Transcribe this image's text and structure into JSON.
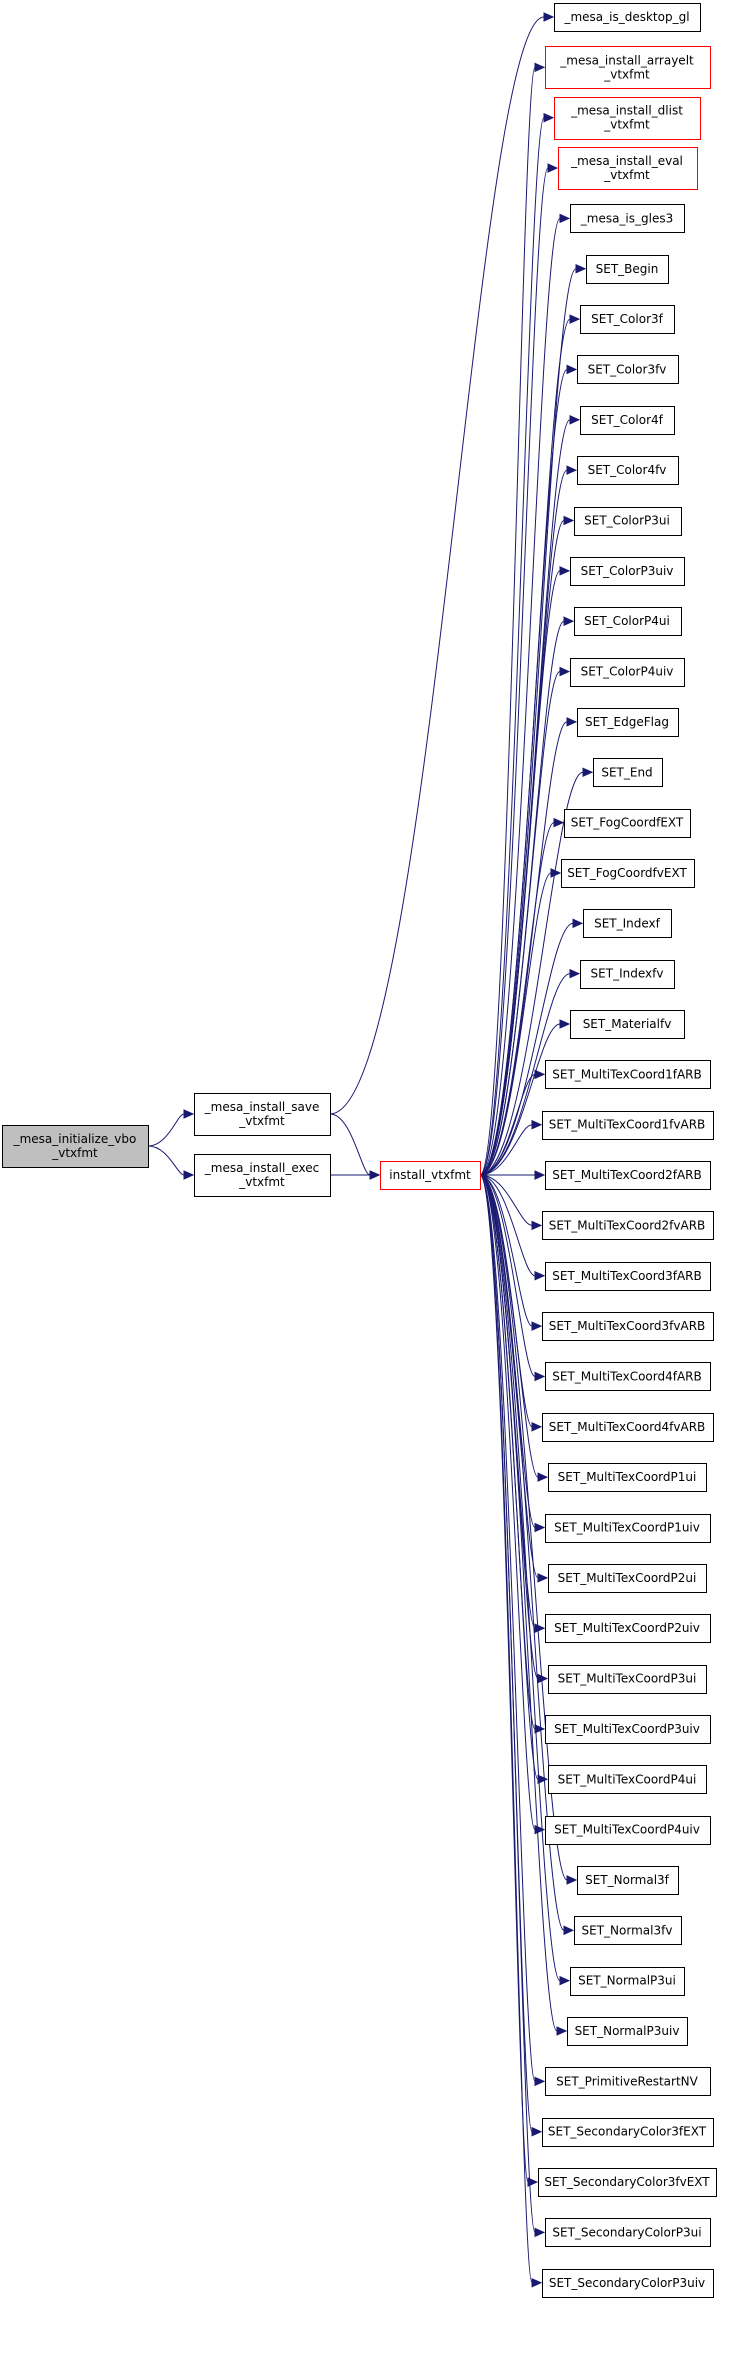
{
  "colors": {
    "edge": "#191970",
    "node_border": "#000000",
    "node_border_undocumented": "#ff0000",
    "root_fill": "#bfbfbf"
  },
  "root": {
    "id": "root",
    "lines": [
      "_mesa_initialize_vbo",
      "_vtxfmt"
    ]
  },
  "level1": [
    {
      "id": "save",
      "lines": [
        "_mesa_install_save",
        "_vtxfmt"
      ]
    },
    {
      "id": "exec",
      "lines": [
        "_mesa_install_exec",
        "_vtxfmt"
      ]
    }
  ],
  "hub": {
    "id": "install",
    "lines": [
      "install_vtxfmt"
    ],
    "red": true
  },
  "direct_targets": [
    {
      "id": "is_desktop_gl",
      "lines": [
        "_mesa_is_desktop_gl"
      ]
    }
  ],
  "targets": [
    {
      "id": "arrayelt",
      "lines": [
        "_mesa_install_arrayelt",
        "_vtxfmt"
      ],
      "red": true
    },
    {
      "id": "dlist",
      "lines": [
        "_mesa_install_dlist",
        "_vtxfmt"
      ],
      "red": true
    },
    {
      "id": "eval",
      "lines": [
        "_mesa_install_eval",
        "_vtxfmt"
      ],
      "red": true
    },
    {
      "id": "gles3",
      "lines": [
        "_mesa_is_gles3"
      ]
    },
    {
      "id": "begin",
      "lines": [
        "SET_Begin"
      ]
    },
    {
      "id": "color3f",
      "lines": [
        "SET_Color3f"
      ]
    },
    {
      "id": "color3fv",
      "lines": [
        "SET_Color3fv"
      ]
    },
    {
      "id": "color4f",
      "lines": [
        "SET_Color4f"
      ]
    },
    {
      "id": "color4fv",
      "lines": [
        "SET_Color4fv"
      ]
    },
    {
      "id": "colorp3ui",
      "lines": [
        "SET_ColorP3ui"
      ]
    },
    {
      "id": "colorp3uiv",
      "lines": [
        "SET_ColorP3uiv"
      ]
    },
    {
      "id": "colorp4ui",
      "lines": [
        "SET_ColorP4ui"
      ]
    },
    {
      "id": "colorp4uiv",
      "lines": [
        "SET_ColorP4uiv"
      ]
    },
    {
      "id": "edgeflag",
      "lines": [
        "SET_EdgeFlag"
      ]
    },
    {
      "id": "end",
      "lines": [
        "SET_End"
      ]
    },
    {
      "id": "fogcoordf",
      "lines": [
        "SET_FogCoordfEXT"
      ]
    },
    {
      "id": "fogcoordfv",
      "lines": [
        "SET_FogCoordfvEXT"
      ]
    },
    {
      "id": "indexf",
      "lines": [
        "SET_Indexf"
      ]
    },
    {
      "id": "indexfv",
      "lines": [
        "SET_Indexfv"
      ]
    },
    {
      "id": "materialfv",
      "lines": [
        "SET_Materialfv"
      ]
    },
    {
      "id": "mtc1f",
      "lines": [
        "SET_MultiTexCoord1fARB"
      ]
    },
    {
      "id": "mtc1fv",
      "lines": [
        "SET_MultiTexCoord1fvARB"
      ]
    },
    {
      "id": "mtc2f",
      "lines": [
        "SET_MultiTexCoord2fARB"
      ]
    },
    {
      "id": "mtc2fv",
      "lines": [
        "SET_MultiTexCoord2fvARB"
      ]
    },
    {
      "id": "mtc3f",
      "lines": [
        "SET_MultiTexCoord3fARB"
      ]
    },
    {
      "id": "mtc3fv",
      "lines": [
        "SET_MultiTexCoord3fvARB"
      ]
    },
    {
      "id": "mtc4f",
      "lines": [
        "SET_MultiTexCoord4fARB"
      ]
    },
    {
      "id": "mtc4fv",
      "lines": [
        "SET_MultiTexCoord4fvARB"
      ]
    },
    {
      "id": "mtcp1ui",
      "lines": [
        "SET_MultiTexCoordP1ui"
      ]
    },
    {
      "id": "mtcp1uiv",
      "lines": [
        "SET_MultiTexCoordP1uiv"
      ]
    },
    {
      "id": "mtcp2ui",
      "lines": [
        "SET_MultiTexCoordP2ui"
      ]
    },
    {
      "id": "mtcp2uiv",
      "lines": [
        "SET_MultiTexCoordP2uiv"
      ]
    },
    {
      "id": "mtcp3ui",
      "lines": [
        "SET_MultiTexCoordP3ui"
      ]
    },
    {
      "id": "mtcp3uiv",
      "lines": [
        "SET_MultiTexCoordP3uiv"
      ]
    },
    {
      "id": "mtcp4ui",
      "lines": [
        "SET_MultiTexCoordP4ui"
      ]
    },
    {
      "id": "mtcp4uiv",
      "lines": [
        "SET_MultiTexCoordP4uiv"
      ]
    },
    {
      "id": "normal3f",
      "lines": [
        "SET_Normal3f"
      ]
    },
    {
      "id": "normal3fv",
      "lines": [
        "SET_Normal3fv"
      ]
    },
    {
      "id": "normalp3ui",
      "lines": [
        "SET_NormalP3ui"
      ]
    },
    {
      "id": "normalp3uiv",
      "lines": [
        "SET_NormalP3uiv"
      ]
    },
    {
      "id": "primrestart",
      "lines": [
        "SET_PrimitiveRestartNV"
      ]
    },
    {
      "id": "seccolor3f",
      "lines": [
        "SET_SecondaryColor3fEXT"
      ]
    },
    {
      "id": "seccolor3fv",
      "lines": [
        "SET_SecondaryColor3fvEXT"
      ]
    },
    {
      "id": "seccolorp3ui",
      "lines": [
        "SET_SecondaryColorP3ui"
      ]
    },
    {
      "id": "seccolorp3uiv",
      "lines": [
        "SET_SecondaryColorP3uiv"
      ]
    }
  ],
  "edges": [
    [
      "root",
      "save"
    ],
    [
      "root",
      "exec"
    ],
    [
      "save",
      "is_desktop_gl"
    ],
    [
      "save",
      "install"
    ],
    [
      "exec",
      "install"
    ]
  ]
}
